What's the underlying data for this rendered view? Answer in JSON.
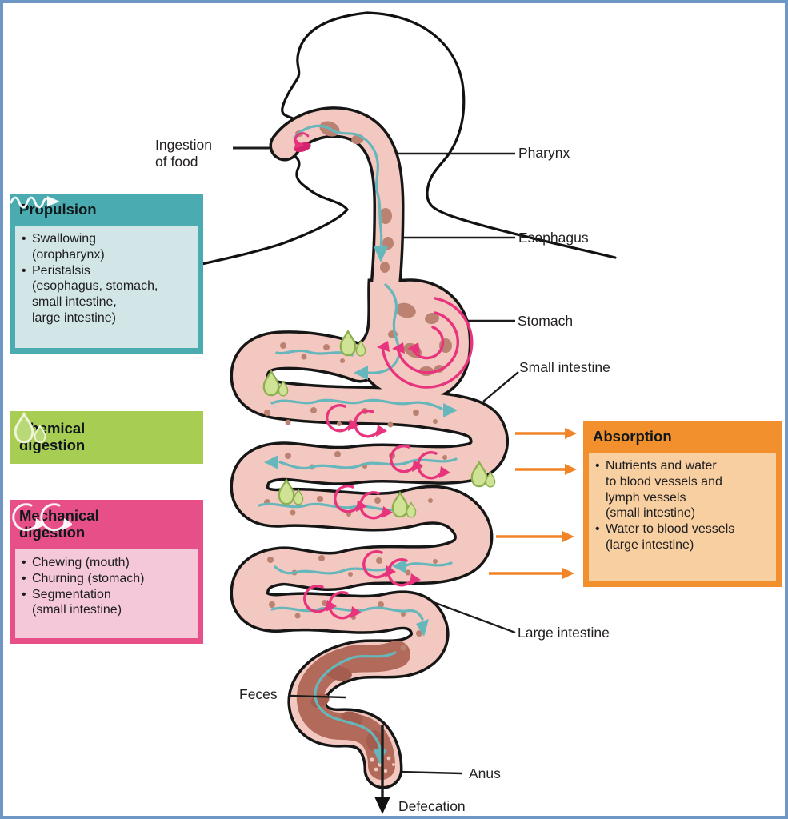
{
  "ui": {
    "bullet": "•"
  },
  "callouts": {
    "ingestion": "Ingestion\nof food",
    "pharynx": "Pharynx",
    "esophagus": "Esophagus",
    "stomach": "Stomach",
    "small_intestine": "Small intestine",
    "large_intestine": "Large intestine",
    "feces": "Feces",
    "anus": "Anus",
    "defecation": "Defecation"
  },
  "boxes": {
    "propulsion": {
      "title": "Propulsion",
      "icon": "wave-arrow-icon",
      "bullets": [
        "Swallowing\n(oropharynx)",
        "Peristalsis\n(esophagus, stomach,\nsmall intestine,\nlarge intestine)"
      ]
    },
    "chemical": {
      "title": "Chemical\ndigestion",
      "icon": "droplets-icon"
    },
    "mechanical": {
      "title": "Mechanical\ndigestion",
      "icon": "churn-arrows-icon",
      "bullets": [
        "Chewing (mouth)",
        "Churning (stomach)",
        "Segmentation\n(small intestine)"
      ]
    },
    "absorption": {
      "title": "Absorption",
      "bullets": [
        "Nutrients and water\nto blood vessels and\nlymph vessels\n(small intestine)",
        "Water to blood vessels\n(large intestine)"
      ]
    }
  },
  "palette": {
    "frame_border": "#6e97c6",
    "teal_header": "#4aabb0",
    "teal_body": "#d2e5e7",
    "green": "#a7cd52",
    "pink_header": "#e64f87",
    "pink_body": "#f5c8d9",
    "orange_header": "#f1902c",
    "orange_body": "#f8cfa0",
    "tract_fill": "#f3c8c0",
    "tract_outline": "#161616",
    "food": "#bc8271",
    "flow_teal": "#65b7bc",
    "churn_pink": "#e8337d",
    "enzyme_green_fill": "#cfe296",
    "enzyme_green_stroke": "#8bb04c",
    "feces_brown": "#b26b5b",
    "feces_dark": "#a55d4f",
    "absorb_arrow": "#f08426",
    "label_text": "#231f20"
  }
}
